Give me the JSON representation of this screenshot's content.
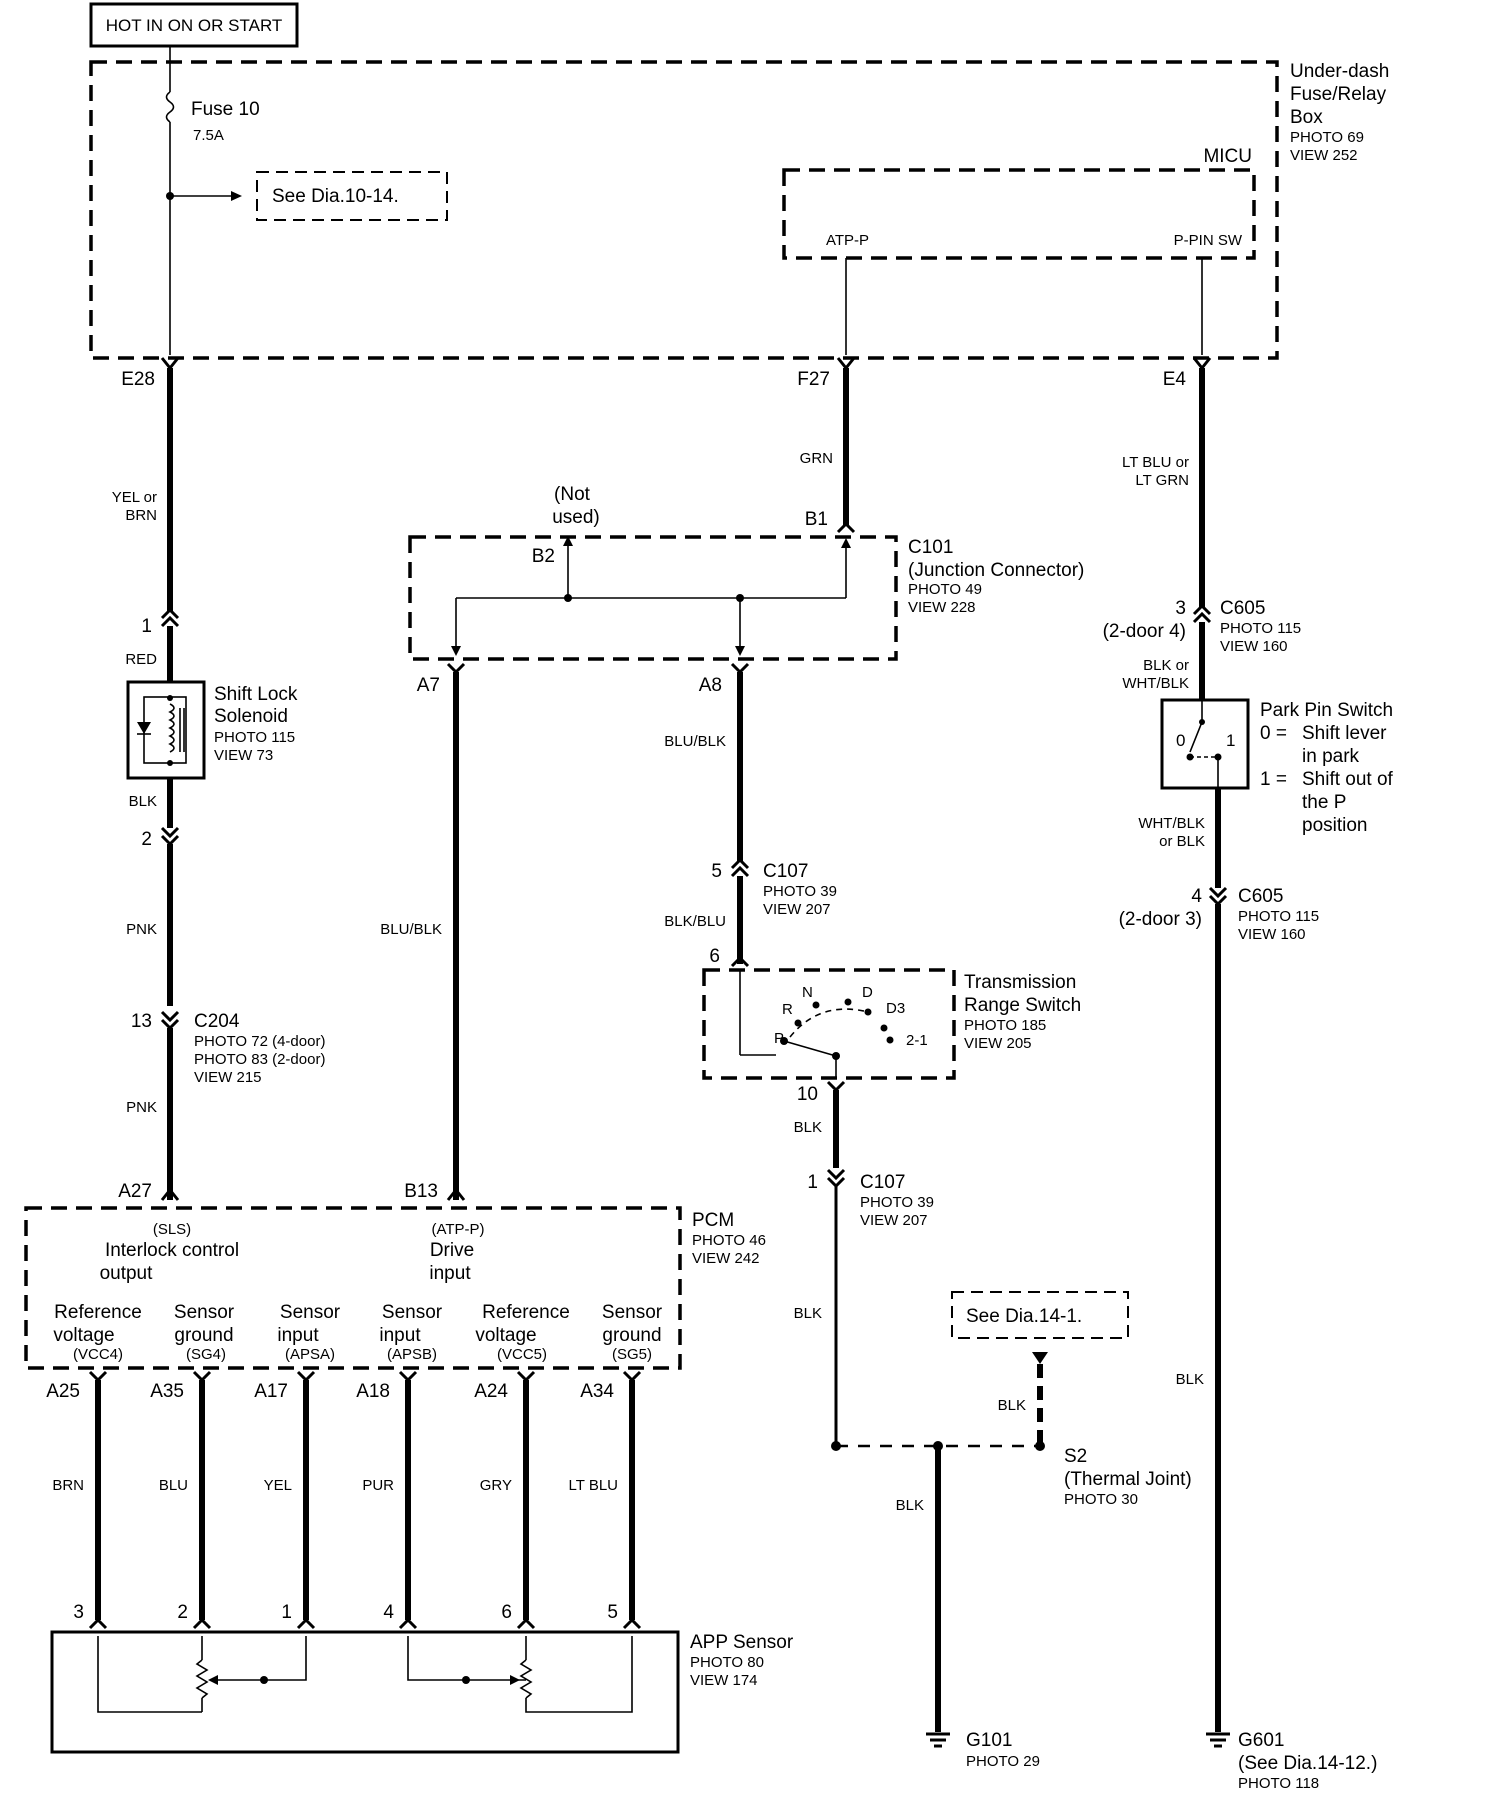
{
  "header": {
    "hot_label": "HOT IN ON OR START"
  },
  "fuse_box": {
    "title_1": "Under-dash",
    "title_2": "Fuse/Relay",
    "title_3": "Box",
    "photo": "PHOTO 69",
    "view": "VIEW 252",
    "fuse_label": "Fuse 10",
    "fuse_rating": "7.5A",
    "see_dia": "See Dia.10-14.",
    "micu_label": "MICU",
    "atp_p": "ATP-P",
    "p_pin_sw": "P-PIN SW"
  },
  "terminals": {
    "e28": "E28",
    "f27": "F27",
    "e4": "E4",
    "b1": "B1",
    "b2": "B2",
    "a7": "A7",
    "a8": "A8",
    "a27": "A27",
    "b13": "B13",
    "a25": "A25",
    "a35": "A35",
    "a17": "A17",
    "a18": "A18",
    "a24": "A24",
    "a34": "A34"
  },
  "wires": {
    "yel_or": "YEL or",
    "brn_short": "BRN",
    "grn": "GRN",
    "lt_blu_or": "LT BLU or",
    "lt_grn": "LT GRN",
    "red": "RED",
    "blk": "BLK",
    "pnk": "PNK",
    "blu_blk": "BLU/BLK",
    "blk_blu": "BLK/BLU",
    "blk_or": "BLK or",
    "wht_blk": "WHT/BLK",
    "wht_blk2": "WHT/BLK",
    "or_blk": "or BLK",
    "brn": "BRN",
    "blu": "BLU",
    "yel": "YEL",
    "pur": "PUR",
    "gry": "GRY",
    "lt_blu": "LT BLU"
  },
  "c101": {
    "not_used_1": "(Not",
    "not_used_2": "used)",
    "name": "C101",
    "desc": "(Junction Connector)",
    "photo": "PHOTO 49",
    "view": "VIEW 228"
  },
  "c605_top": {
    "pin": "3",
    "name": "C605",
    "door": "(2-door 4)",
    "photo": "PHOTO 115",
    "view": "VIEW 160"
  },
  "c605_bottom": {
    "pin": "4",
    "name": "C605",
    "door": "(2-door 3)",
    "photo": "PHOTO 115",
    "view": "VIEW 160"
  },
  "park_pin_switch": {
    "title": "Park Pin Switch",
    "zero": "0 =",
    "zero_desc_1": "Shift lever",
    "zero_desc_2": "in park",
    "one": "1 =",
    "one_desc_1": "Shift out of",
    "one_desc_2": "the P",
    "one_desc_3": "position",
    "pos0": "0",
    "pos1": "1"
  },
  "shift_lock": {
    "pin_top": "1",
    "pin_bottom": "2",
    "name_1": "Shift Lock",
    "name_2": "Solenoid",
    "photo": "PHOTO 115",
    "view": "VIEW 73"
  },
  "c204": {
    "pin": "13",
    "name": "C204",
    "photo_1": "PHOTO 72 (4-door)",
    "photo_2": "PHOTO 83 (2-door)",
    "view": "VIEW 215"
  },
  "c107_top": {
    "pin": "5",
    "name": "C107",
    "photo": "PHOTO 39",
    "view": "VIEW 207"
  },
  "c107_bottom": {
    "pin": "1",
    "name": "C107",
    "photo": "PHOTO 39",
    "view": "VIEW 207"
  },
  "trs": {
    "pin_top": "6",
    "pin_bottom": "10",
    "name_1": "Transmission",
    "name_2": "Range Switch",
    "photo": "PHOTO 185",
    "view": "VIEW 205",
    "p": "P",
    "r": "R",
    "n": "N",
    "d": "D",
    "d3": "D3",
    "d21": "2-1"
  },
  "pcm": {
    "name": "PCM",
    "photo": "PHOTO 46",
    "view": "VIEW 242",
    "sls": "(SLS)",
    "interlock_1": "Interlock control",
    "interlock_2": "output",
    "atpp": "(ATP-P)",
    "drive_1": "Drive",
    "drive_2": "input",
    "ref1_1": "Reference",
    "ref1_2": "voltage",
    "ref1_3": "(VCC4)",
    "sg1_1": "Sensor",
    "sg1_2": "ground",
    "sg1_3": "(SG4)",
    "si1_1": "Sensor",
    "si1_2": "input",
    "si1_3": "(APSA)",
    "si2_1": "Sensor",
    "si2_2": "input",
    "si2_3": "(APSB)",
    "ref2_1": "Reference",
    "ref2_2": "voltage",
    "ref2_3": "(VCC5)",
    "sg2_1": "Sensor",
    "sg2_2": "ground",
    "sg2_3": "(SG5)"
  },
  "app_sensor": {
    "name": "APP Sensor",
    "photo": "PHOTO 80",
    "view": "VIEW 174",
    "p3": "3",
    "p2": "2",
    "p1": "1",
    "p4": "4",
    "p6": "6",
    "p5": "5"
  },
  "s2": {
    "see_dia": "See Dia.14-1.",
    "name": "S2",
    "desc": "(Thermal Joint)",
    "photo": "PHOTO 30"
  },
  "grounds": {
    "g101": "G101",
    "g101_photo": "PHOTO 29",
    "g601": "G601",
    "g601_see": "(See Dia.14-12.)",
    "g601_photo": "PHOTO 118"
  }
}
